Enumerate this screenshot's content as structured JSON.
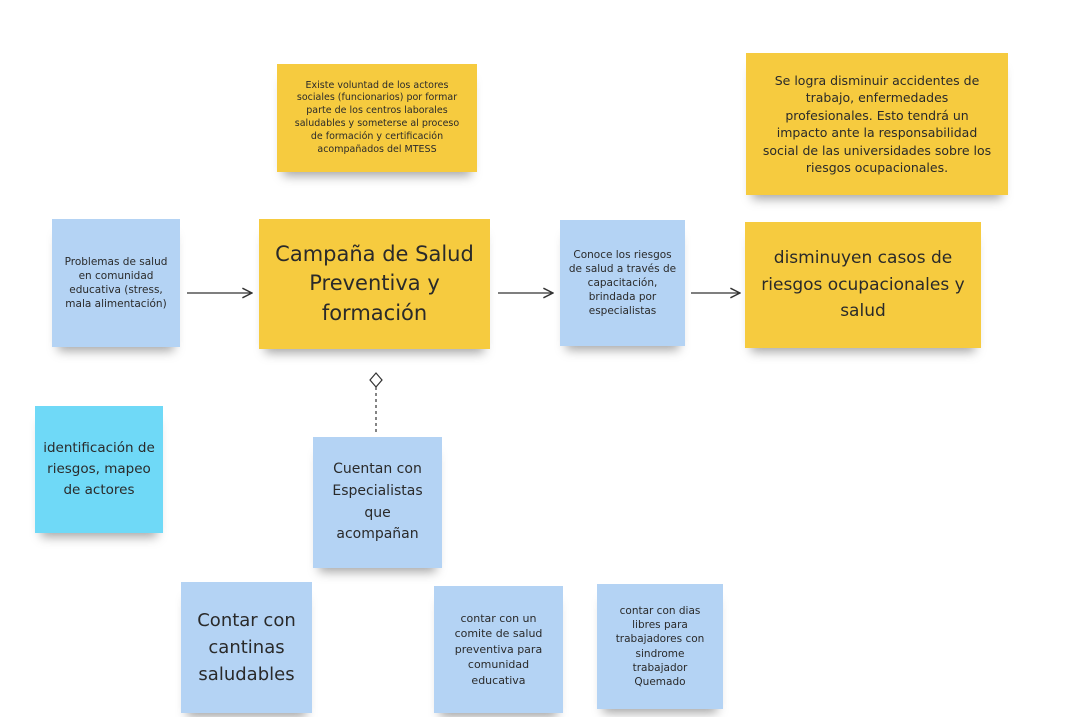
{
  "colors": {
    "yellow": "#f6cb3f",
    "blue": "#b4d3f4",
    "cyan": "#6fd9f7"
  },
  "notes": {
    "assumption": "Existe voluntad de los actores sociales (funcionarios) por formar parte de los centros laborales saludables y someterse al proceso de formación y certificación acompañados del MTESS",
    "impact": "Se logra disminuir accidentes de trabajo, enfermedades profesionales. Esto tendrá un impacto ante  la responsabilidad social de las universidades sobre los riesgos ocupacionales.",
    "problems": "Problemas de salud en comunidad educativa (stress, mala alimentación)",
    "campaign": "Campaña de Salud Preventiva y formación",
    "knows_risks": "Conoce los riesgos de salud a través de capacitación, brindada por especialistas",
    "outcome": "disminuyen casos de riesgos ocupacionales y salud",
    "identification": "identificación de riesgos, mapeo de actores",
    "specialists": "Cuentan con Especialistas que acompañan",
    "canteens": "Contar con cantinas saludables",
    "committee": "contar con un comite de salud preventiva para comunidad educativa",
    "free_days": "contar con dias libres para trabajadores con sindrome trabajador Quemado"
  }
}
